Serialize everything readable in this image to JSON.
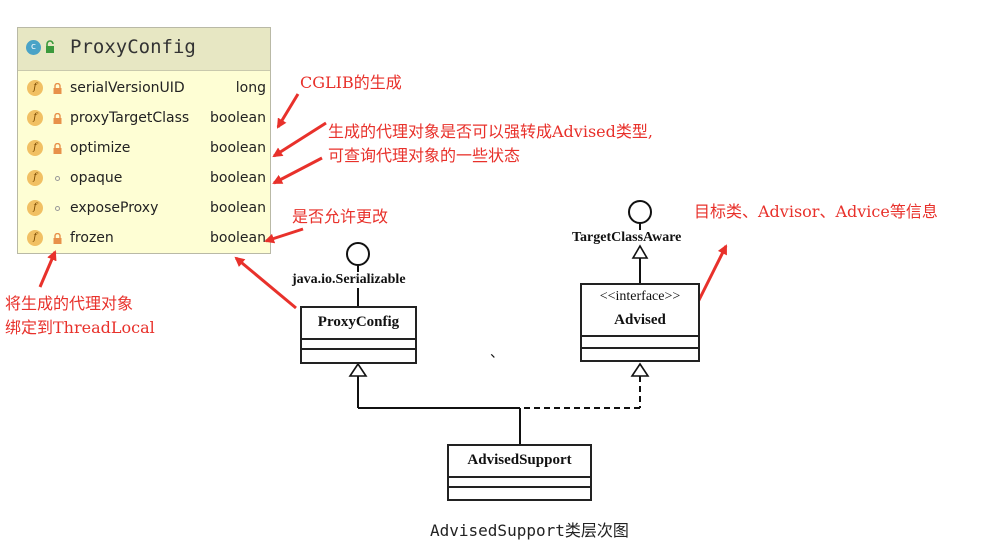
{
  "panel": {
    "title": "ProxyConfig",
    "fields": [
      {
        "name": "serialVersionUID",
        "type": "long",
        "visibility": "private"
      },
      {
        "name": "proxyTargetClass",
        "type": "boolean",
        "visibility": "private"
      },
      {
        "name": "optimize",
        "type": "boolean",
        "visibility": "private"
      },
      {
        "name": "opaque",
        "type": "boolean",
        "visibility": "package"
      },
      {
        "name": "exposeProxy",
        "type": "boolean",
        "visibility": "package"
      },
      {
        "name": "frozen",
        "type": "boolean",
        "visibility": "private"
      }
    ],
    "field_icon": "f",
    "class_icon": "c"
  },
  "notes": {
    "cglib": "CGLIB的生成",
    "advised_line1": "生成的代理对象是否可以强转成Advised类型,",
    "advised_line2": "可查询代理对象的一些状态",
    "frozen": "是否允许更改",
    "target_info": "目标类、Advisor、Advice等信息",
    "threadlocal_line1": "将生成的代理对象",
    "threadlocal_line2": "绑定到ThreadLocal"
  },
  "uml": {
    "serializable_label": "java.io.Serializable",
    "target_class_aware_label": "TargetClassAware",
    "proxy_config": "ProxyConfig",
    "advised_stereotype": "<<interface>>",
    "advised": "Advised",
    "advised_support": "AdvisedSupport",
    "stray_mark": "、",
    "caption": "AdvisedSupport类层次图"
  },
  "colors": {
    "annotation": "#e8312b",
    "panel_bg": "#fefed4",
    "panel_header": "#e7e7c3",
    "field_icon": "#f1c064"
  }
}
